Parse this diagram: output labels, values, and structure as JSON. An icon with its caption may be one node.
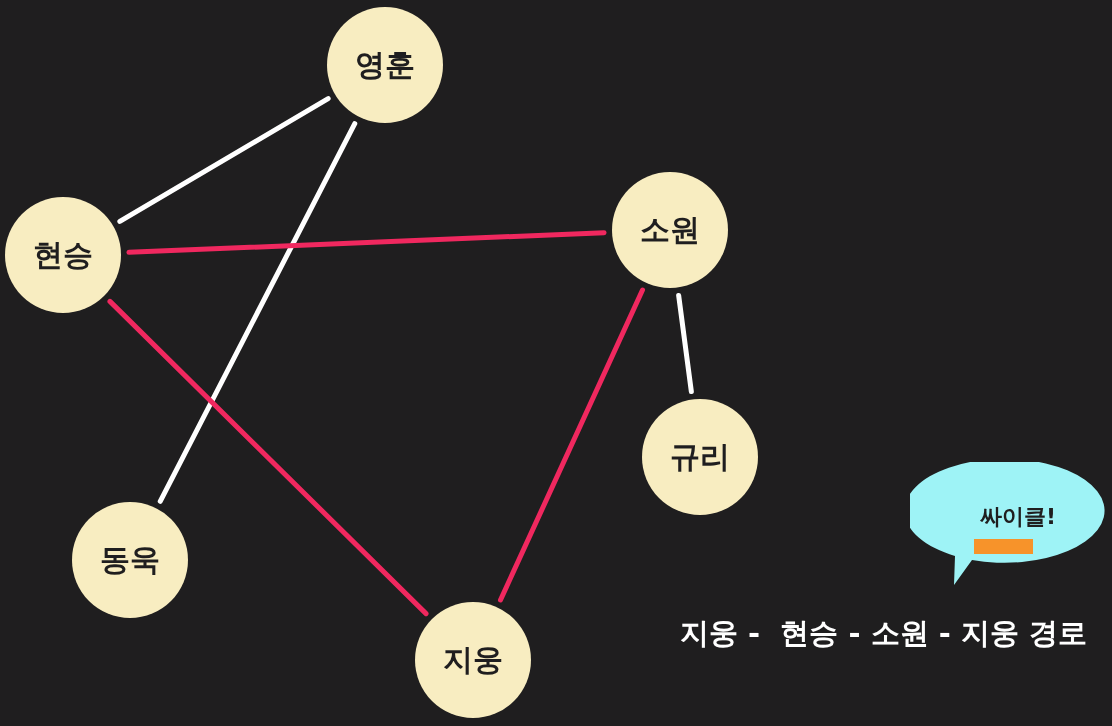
{
  "diagram": {
    "nodes": [
      {
        "text": [
          "영훈"
        ]
      },
      {
        "text": [
          "현승"
        ]
      },
      {
        "text": [
          "소원"
        ]
      },
      {
        "text": [
          "규리"
        ]
      },
      {
        "text": [
          "동욱"
        ]
      },
      {
        "text": [
          "지웅"
        ]
      },
      {
        "text": [
          "싸이클!"
        ]
      }
    ],
    "edges": [
      {
        "from": 0,
        "to": 1,
        "arrow": "none"
      },
      {
        "from": 0,
        "to": 4,
        "arrow": "none"
      },
      {
        "from": 1,
        "to": 2,
        "arrow": "none",
        "color": "#f0285f"
      },
      {
        "from": 1,
        "to": 5,
        "arrow": "none",
        "color": "#f0285f"
      },
      {
        "from": 2,
        "to": 5,
        "arrow": "none",
        "color": "#f0285f"
      },
      {
        "from": 2,
        "to": 3,
        "arrow": "none"
      }
    ],
    "labels": [
      "지웅 -  현승 - 소원 - 지웅 경로"
    ]
  }
}
